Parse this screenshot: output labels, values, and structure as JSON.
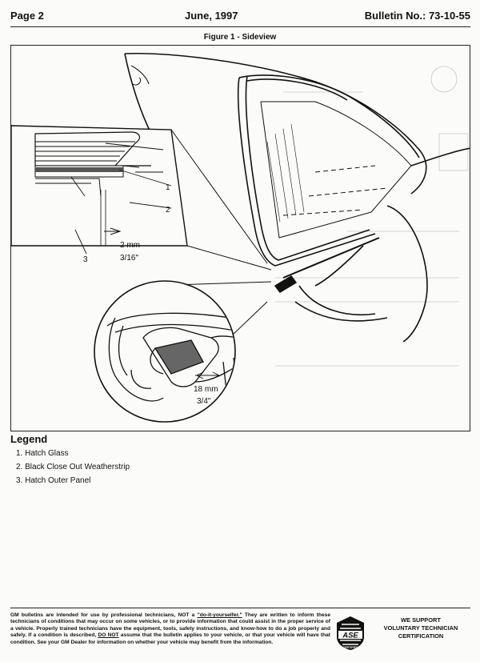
{
  "header": {
    "page": "Page 2",
    "date": "June, 1997",
    "bulletin": "Bulletin No.:  73-10-55"
  },
  "figure": {
    "title": "Figure 1 - Sideview",
    "callouts": [
      "1",
      "2",
      "3"
    ],
    "dim_small_metric": "2 mm",
    "dim_small_imperial": "3/16\"",
    "dim_large_metric": "18 mm",
    "dim_large_imperial": "3/4\""
  },
  "legend": {
    "title": "Legend",
    "items": [
      "1. Hatch Glass",
      "2. Black Close Out Weatherstrip",
      "3. Hatch Outer Panel"
    ]
  },
  "footer": {
    "disclaimer_pre": "GM bulletins are intended for use by professional technicians, NOT a ",
    "diy": "\"do-it-yourselfer.\"",
    "disclaimer_mid": " They are written to inform these technicians of conditions that may occur on some vehicles, or to provide information that could assist in the proper service of a vehicle. Properly trained technicians have the equipment, tools, safety instructions, and know-how to do a job properly and safely. If a condition is described, ",
    "donot": "DO NOT",
    "disclaimer_post": " assume that the bulletin applies to your vehicle, or that your vehicle will have that condition. See your GM Dealer for information on whether your vehicle may benefit from the information.",
    "logo_text": "ASE",
    "logo_sub": "CERTIFIED",
    "support_lines": [
      "WE SUPPORT",
      "VOLUNTARY TECHNICIAN",
      "CERTIFICATION"
    ]
  }
}
